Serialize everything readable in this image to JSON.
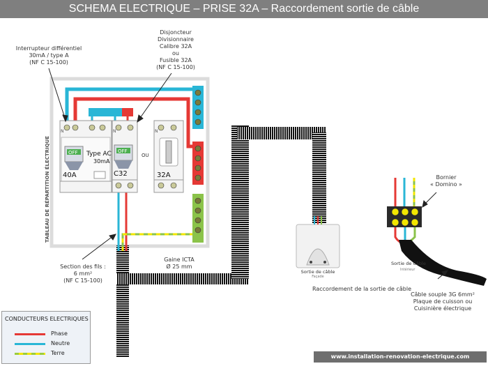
{
  "title": "SCHEMA ELECTRIQUE – PRISE 32A – Raccordement sortie de câble",
  "labels": {
    "interrupteur": "Interrupteur différentiel\n30mA / type A\n(NF C 15-100)",
    "disjoncteur": "Disjoncteur\nDivisionnaire\nCalibre 32A\nou\nFusible 32A\n(NF C 15-100)",
    "tableau": "TABLEAU DE RÉPARTITION ÉLECTRIQUE",
    "section": "Section des fils :\n6 mm²\n(NF C 15-100)",
    "gaine": "Gaine ICTA\nØ 25 mm",
    "sortie_cable": "Sortie de câble",
    "sortie_cable_sub": "Façade",
    "sortie_cable_2": "Sortie de Câble",
    "sortie_cable_2_sub": "Intérieur",
    "raccordement": "Raccordement  de la sortie de câble",
    "bornier": "Bornier\n« Domino »",
    "cable_souple": "Câble souple 3G 6mm²\nPlaque de cuisson ou\nCuisinière électrique"
  },
  "modules": {
    "diff_rating": "40A",
    "diff_type": "Type AC",
    "diff_sens": "30mA",
    "diff_off": "OFF",
    "breaker_rating": "C32",
    "breaker_off": "OFF",
    "ou": "OU",
    "fuse_rating": "32A",
    "neutral_mark": "N"
  },
  "legend": {
    "title": "CONDUCTEURS ELECTRIQUES",
    "items": [
      {
        "label": "Phase",
        "color": "#e53935"
      },
      {
        "label": "Neutre",
        "color": "#29b6d6"
      },
      {
        "label": "Terre",
        "color": "#9ccc3c"
      }
    ]
  },
  "website": "www.installation-renovation-electrique.com",
  "colors": {
    "phase": "#e53935",
    "neutre": "#29b6d6",
    "terre_green": "#8bc34a",
    "terre_yellow": "#f2e600",
    "title_bg": "#7f7f7f"
  }
}
